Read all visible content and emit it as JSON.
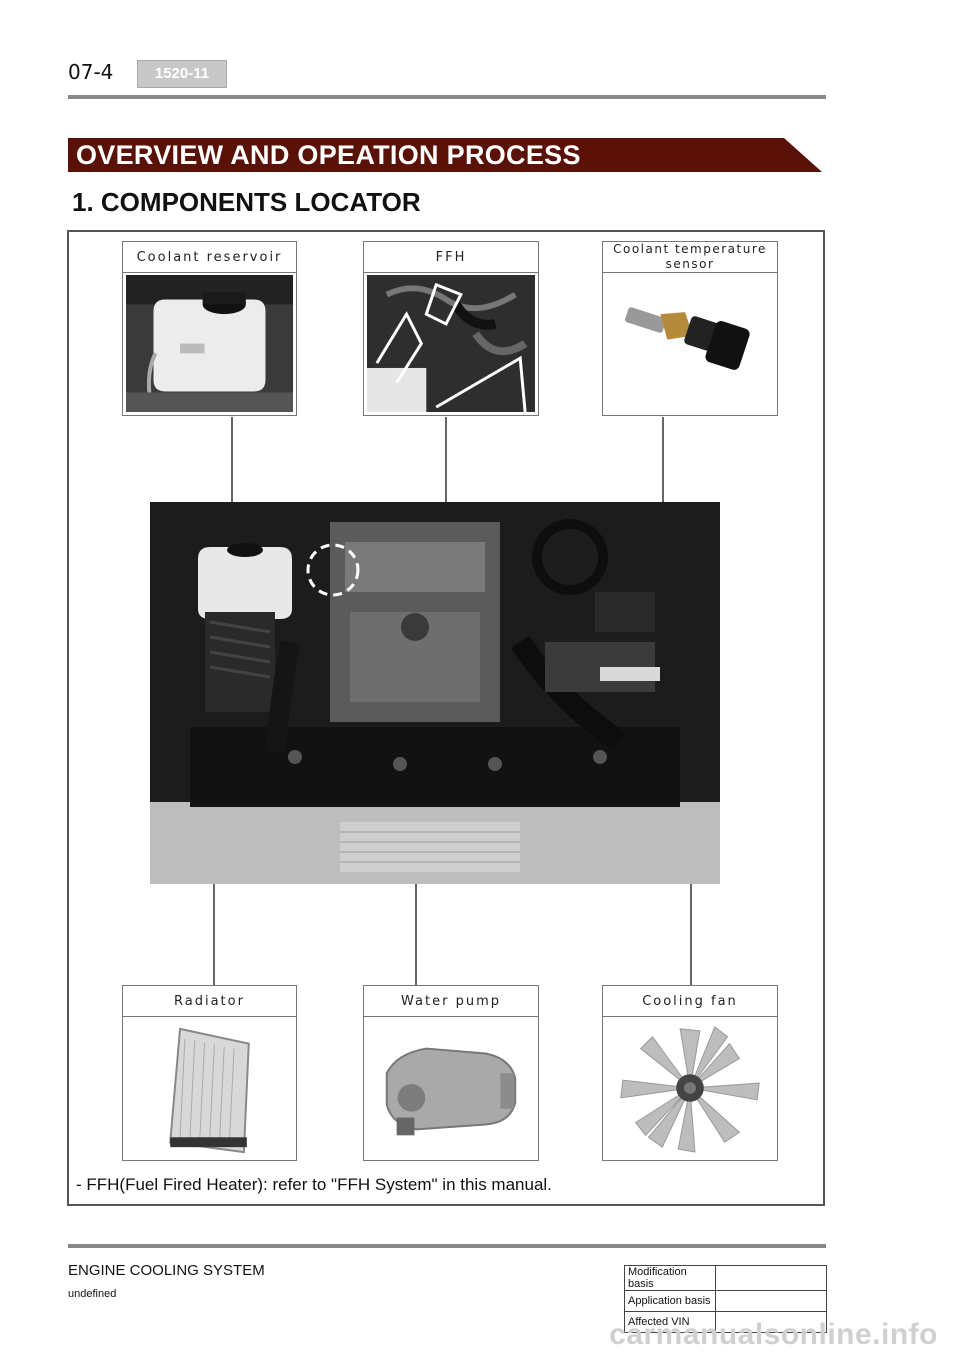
{
  "header": {
    "page_number": "07-4",
    "model_code": "1520-11"
  },
  "banner_title": "OVERVIEW AND OPEATION PROCESS",
  "section_title": "1. COMPONENTS LOCATOR",
  "components": {
    "coolant_reservoir": "Coolant reservoir",
    "ffh": "FFH",
    "coolant_temp_sensor_line1": "Coolant temperature",
    "coolant_temp_sensor_line2": "sensor",
    "radiator": "Radiator",
    "water_pump": "Water pump",
    "cooling_fan": "Cooling fan"
  },
  "note": "- FFH(Fuel Fired Heater): refer to \"FFH System\" in this manual.",
  "footer": {
    "title": "ENGINE COOLING SYSTEM",
    "subtitle": "undefined",
    "meta_rows": [
      {
        "label": "Modification basis",
        "value": ""
      },
      {
        "label": "Application basis",
        "value": ""
      },
      {
        "label": "Affected VIN",
        "value": ""
      }
    ]
  },
  "watermark": "carmanualsonline.info",
  "colors": {
    "banner": "#5a1208",
    "rule": "#888888",
    "badge": "#c8c8c8"
  }
}
